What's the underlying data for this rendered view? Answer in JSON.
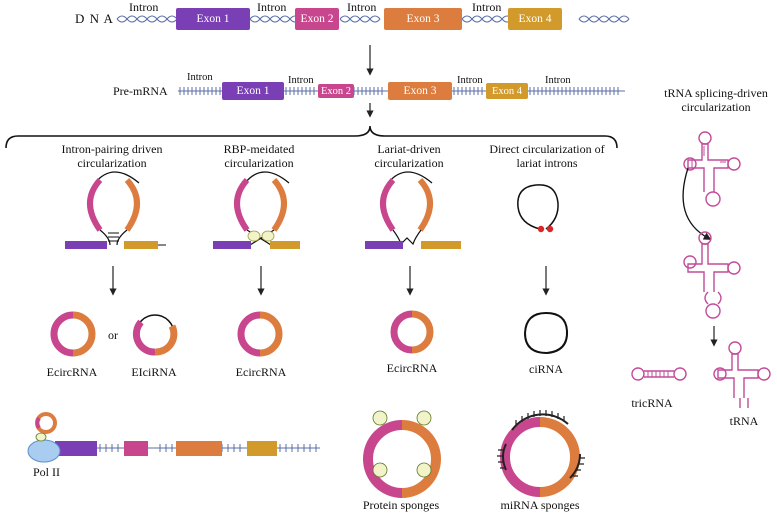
{
  "dna": {
    "label": "D N A",
    "introns": [
      "Intron",
      "Intron",
      "Intron",
      "Intron"
    ],
    "exons": [
      "Exon 1",
      "Exon 2",
      "Exon 3",
      "Exon 4"
    ]
  },
  "premrna": {
    "label": "Pre-mRNA",
    "introns": [
      "Intron",
      "Intron",
      "Intron",
      "Intron"
    ],
    "exons": [
      "Exon 1",
      "Exon 2",
      "Exon 3",
      "Exon 4"
    ]
  },
  "colors": {
    "exon1": "#7b3fb5",
    "exon2": "#c8468d",
    "exon3": "#dd7c3f",
    "exon4": "#d19a2b",
    "dna_strand": "#5b6fa8",
    "tRNA": "#c24b9a",
    "lariat_dot": "#d62828"
  },
  "mechanisms": [
    {
      "title": "Intron-pairing driven circularization",
      "product": "EcircRNA",
      "alt_connector": "or",
      "alt_product": "EIciRNA"
    },
    {
      "title": "RBP-meidated circularization",
      "product": "EcircRNA"
    },
    {
      "title": "Lariat-driven circularization",
      "product": "EcircRNA"
    },
    {
      "title": "Direct circularization of lariat introns",
      "product": "ciRNA"
    }
  ],
  "trna": {
    "title": "tRNA splicing-driven circularization",
    "product_left": "tricRNA",
    "product_right": "tRNA"
  },
  "functions": {
    "pol": "Pol II",
    "protein": "Protein sponges",
    "mirna": "miRNA sponges"
  }
}
